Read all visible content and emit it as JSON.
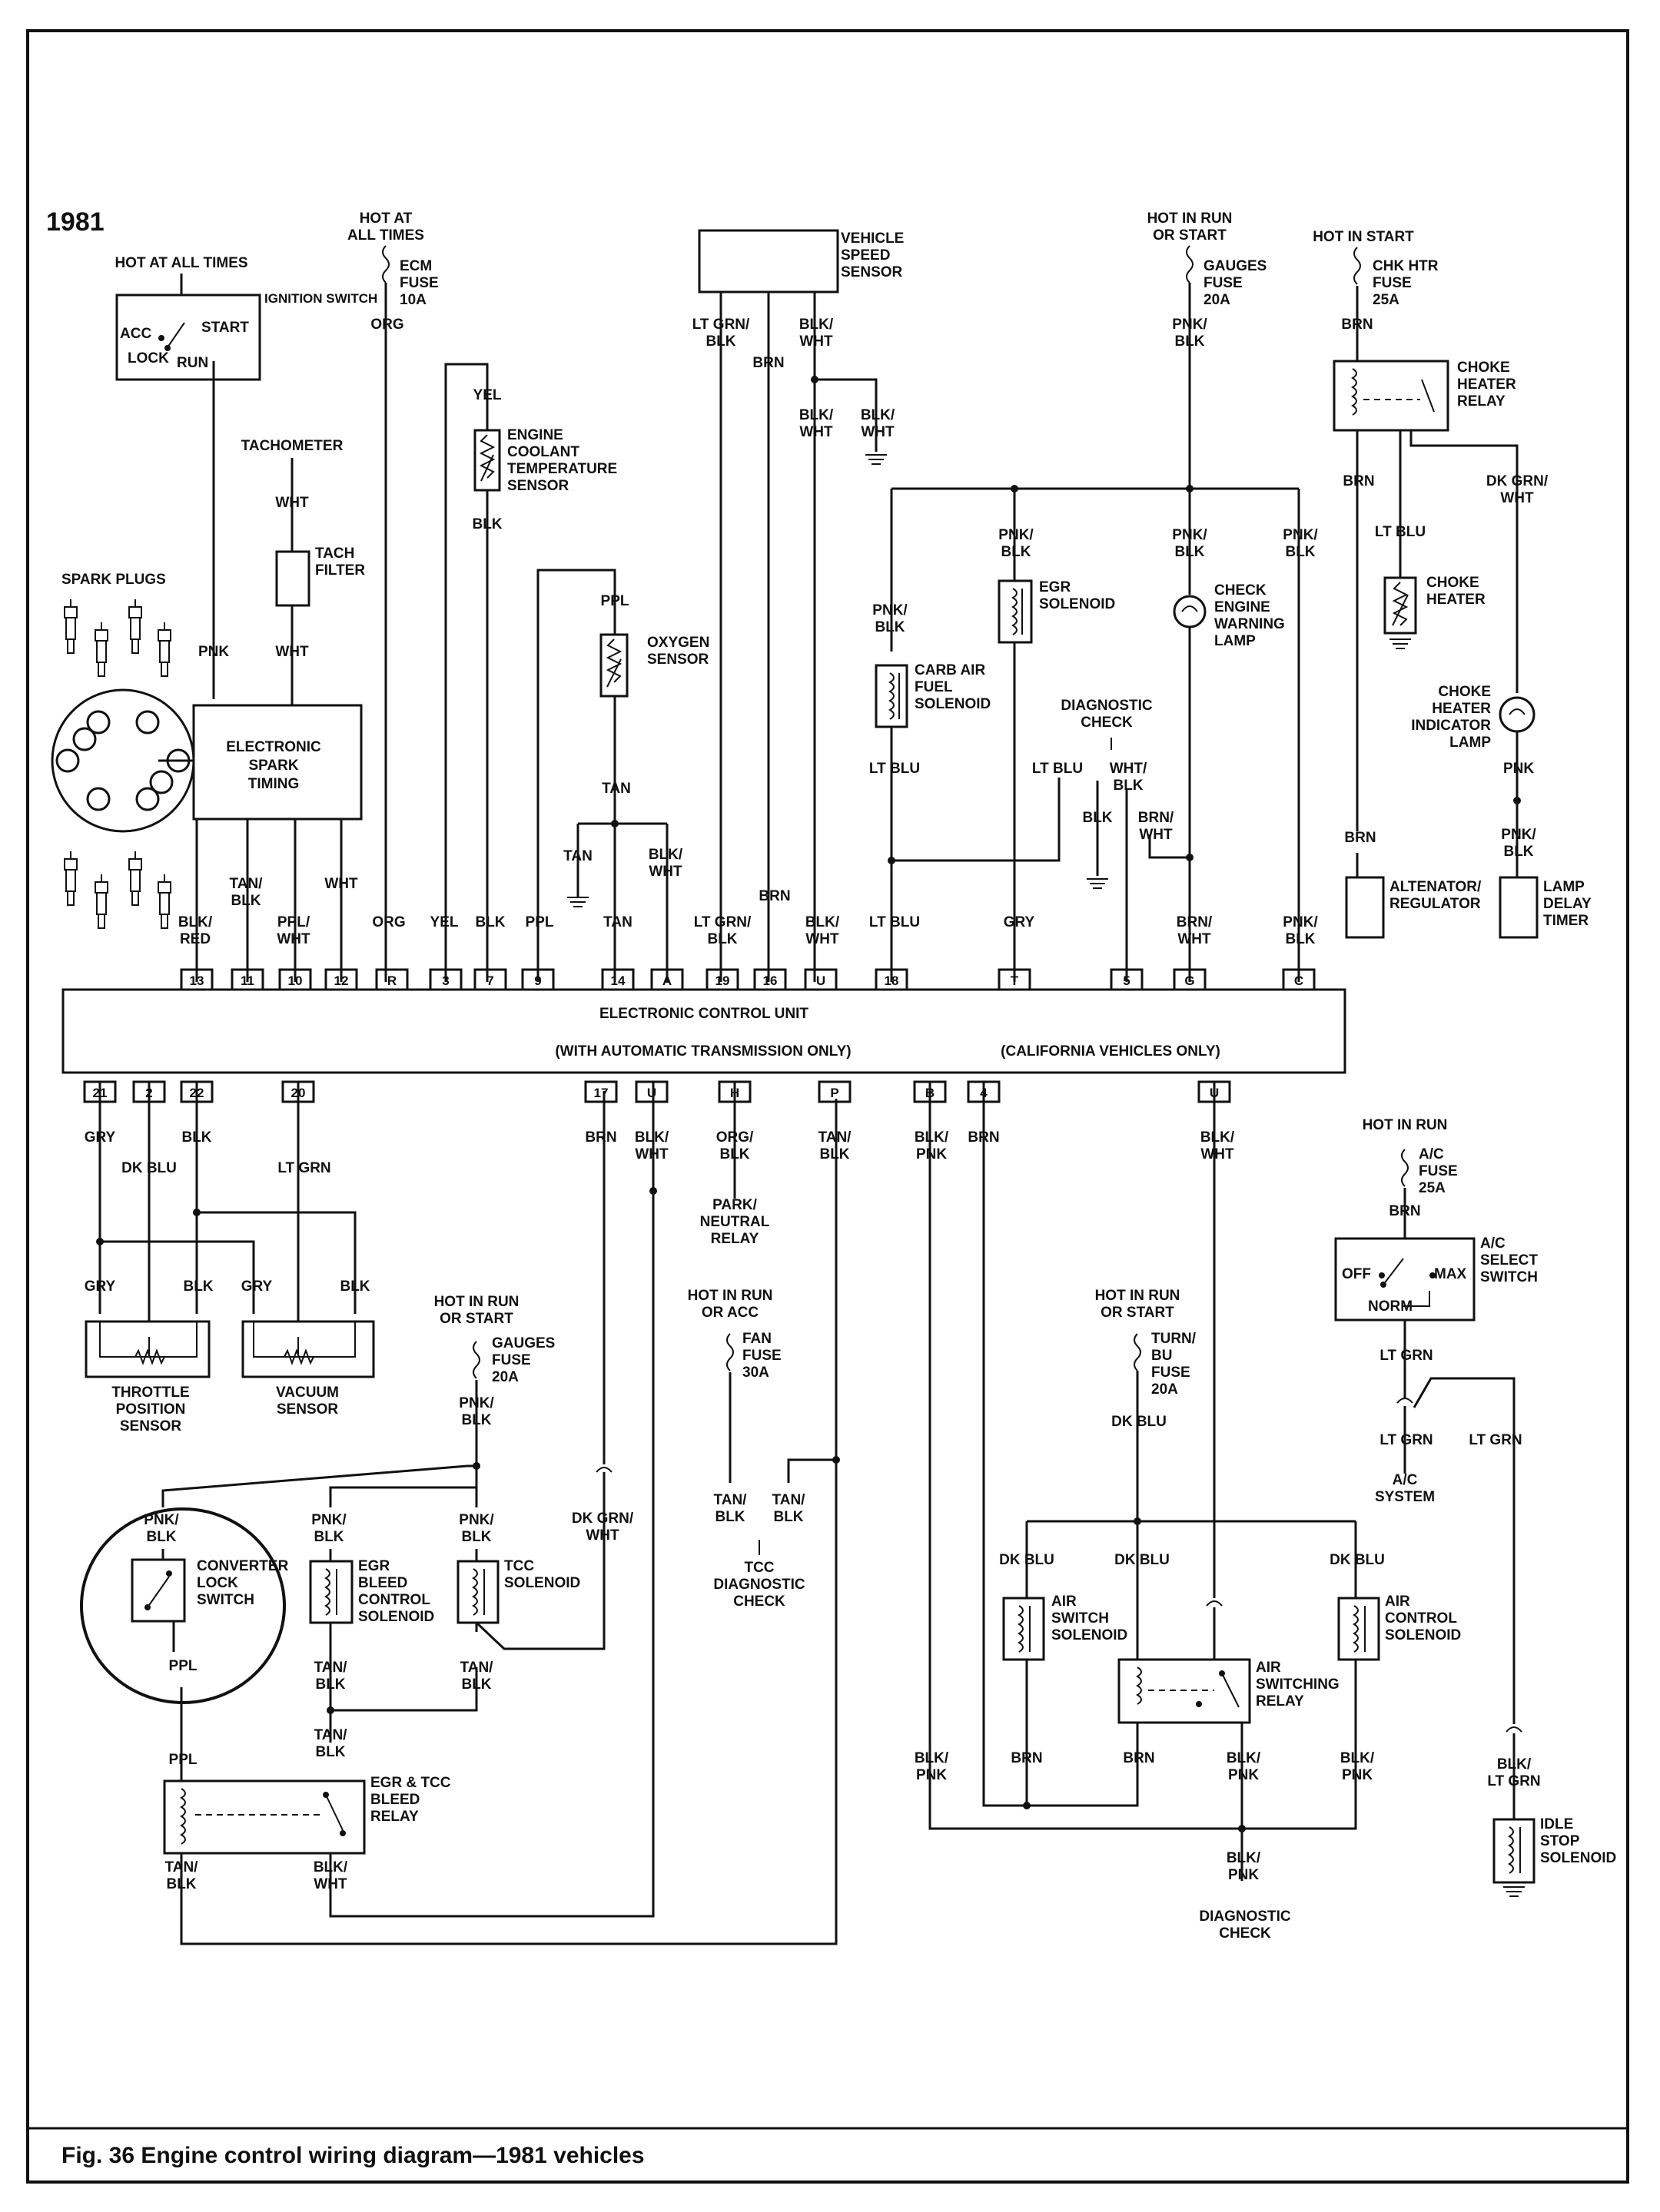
{
  "year": "1981",
  "caption": "Fig. 36 Engine control wiring diagram—1981 vehicles",
  "ecu": {
    "title": "ELECTRONIC CONTROL UNIT",
    "note_auto": "(WITH AUTOMATIC TRANSMISSION ONLY)",
    "note_calif": "(CALIFORNIA VEHICLES ONLY)",
    "top_pins": [
      "13",
      "11",
      "10",
      "12",
      "R",
      "3",
      "7",
      "9",
      "14",
      "A",
      "19",
      "16",
      "U",
      "18",
      "T",
      "5",
      "G",
      "C"
    ],
    "bottom_pins": [
      "21",
      "2",
      "22",
      "20",
      "17",
      "U",
      "H",
      "P",
      "B",
      "4",
      "U"
    ]
  },
  "components": {
    "ignition_switch": "IGNITION SWITCH",
    "ign_hot": "HOT AT ALL TIMES",
    "acc": "ACC",
    "lock": "LOCK",
    "start": "START",
    "run": "RUN",
    "ecm_hot": "HOT AT ALL TIMES",
    "ecm_fuse": "ECM FUSE 10A",
    "tachometer": "TACHOMETER",
    "tach_filter": "TACH FILTER",
    "spark_plugs": "SPARK PLUGS",
    "est": "ELECTRONIC SPARK TIMING",
    "coolant": "ENGINE COOLANT TEMPERATURE SENSOR",
    "oxygen": "OXYGEN SENSOR",
    "vss": "VEHICLE SPEED SENSOR",
    "carb": "CARB AIR FUEL SOLENOID",
    "egr_sol": "EGR SOLENOID",
    "diag_check": "DIAGNOSTIC CHECK",
    "gauges_hot": "HOT IN RUN OR START",
    "gauges_fuse": "GAUGES FUSE 20A",
    "check_engine": "CHECK ENGINE WARNING LAMP",
    "chk_hot": "HOT IN START",
    "chk_fuse": "CHK HTR FUSE 25A",
    "choke_relay": "CHOKE HEATER RELAY",
    "choke_heater": "CHOKE HEATER",
    "choke_lamp": "CHOKE HEATER INDICATOR LAMP",
    "alternator": "ALTENATOR/ REGULATOR",
    "lamp_delay": "LAMP DELAY TIMER",
    "tps": "THROTTLE POSITION SENSOR",
    "vacuum": "VACUUM SENSOR",
    "gauges2_hot": "HOT IN RUN OR START",
    "gauges2_fuse": "GAUGES FUSE 20A",
    "converter": "CONVERTER LOCK SWITCH",
    "egr_bleed": "EGR BLEED CONTROL SOLENOID",
    "tcc": "TCC SOLENOID",
    "egr_tcc_relay": "EGR & TCC BLEED RELAY",
    "park": "PARK/ NEUTRAL RELAY",
    "fan_hot": "HOT IN RUN OR ACC",
    "fan_fuse": "FAN FUSE 30A",
    "tcc_diag": "TCC DIAGNOSTIC CHECK",
    "turn_hot": "HOT IN RUN OR START",
    "turn_fuse": "TURN/ BU FUSE 20A",
    "air_switch": "AIR SWITCH SOLENOID",
    "air_control": "AIR CONTROL SOLENOID",
    "air_relay": "AIR SWITCHING RELAY",
    "diag_check2": "DIAGNOSTIC CHECK",
    "ac_hot": "HOT IN RUN",
    "ac_fuse": "A/C FUSE 25A",
    "ac_switch": "A/C SELECT SWITCH",
    "off": "OFF",
    "max": "MAX",
    "norm": "NORM",
    "ac_system": "A/C SYSTEM",
    "idle_stop": "IDLE STOP SOLENOID"
  },
  "wires": {
    "org": "ORG",
    "wht": "WHT",
    "pnk": "PNK",
    "yel": "YEL",
    "blk": "BLK",
    "ppl": "PPL",
    "tan": "TAN",
    "tan_blk": "TAN/ BLK",
    "ppl_wht": "PPL/ WHT",
    "blk_red": "BLK/ RED",
    "blk_wht": "BLK/ WHT",
    "ltgrn_blk": "LT GRN/ BLK",
    "brn": "BRN",
    "pnk_blk": "PNK/ BLK",
    "lt_blu": "LT BLU",
    "gry": "GRY",
    "wht_blk": "WHT/ BLK",
    "brn_wht": "BRN/ WHT",
    "dkgrn_wht": "DK GRN/ WHT",
    "dk_blu": "DK BLU",
    "lt_grn": "LT GRN",
    "org_blk": "ORG/ BLK",
    "tan_blk2": "TAN/ BLK",
    "blk_pnk": "BLK/ PNK",
    "blk_ltgrn": "BLK/ LT GRN"
  }
}
